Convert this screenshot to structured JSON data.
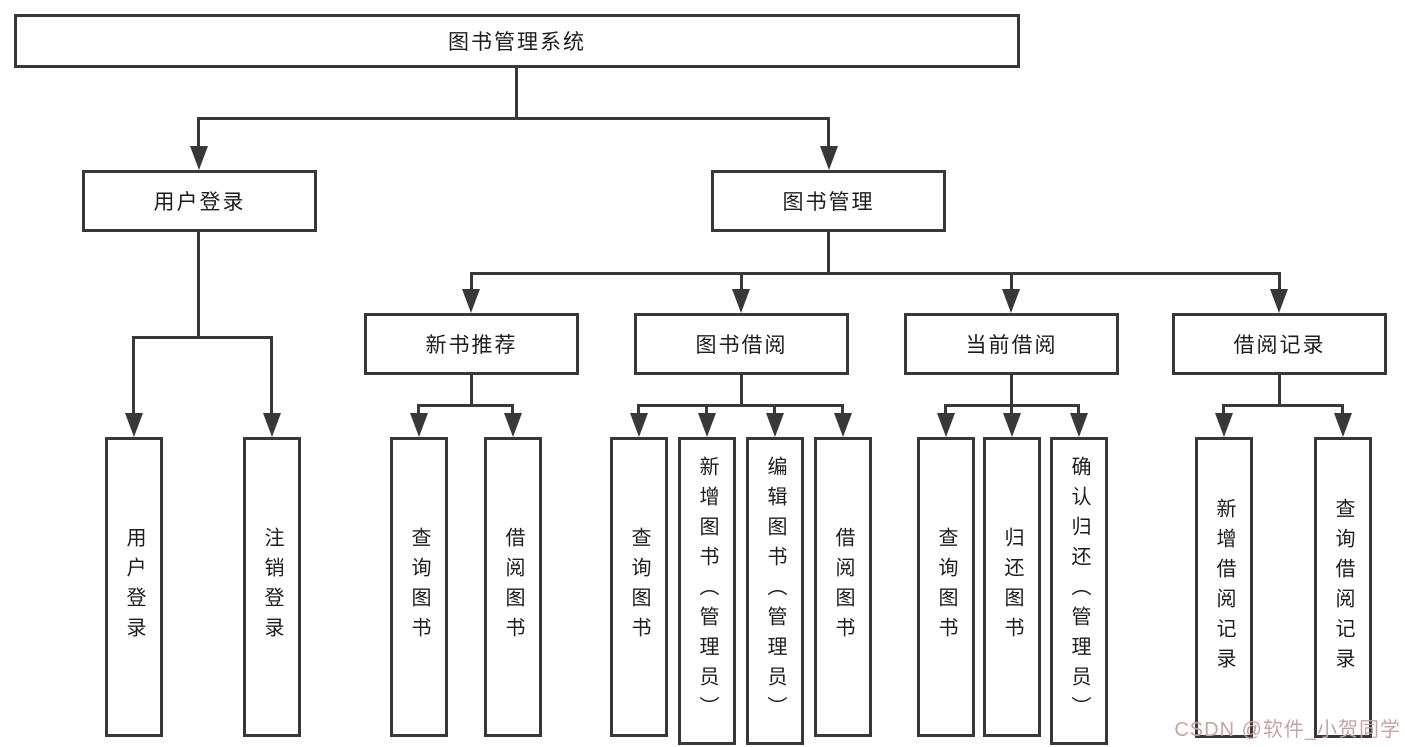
{
  "diagram_title": "图书管理系统",
  "hierarchy": {
    "label": "图书管理系统",
    "children": [
      {
        "label": "用户登录",
        "children": [
          {
            "label": "用户登录"
          },
          {
            "label": "注销登录"
          }
        ]
      },
      {
        "label": "图书管理",
        "children": [
          {
            "label": "新书推荐",
            "children": [
              {
                "label": "查询图书"
              },
              {
                "label": "借阅图书"
              }
            ]
          },
          {
            "label": "图书借阅",
            "children": [
              {
                "label": "查询图书"
              },
              {
                "label": "新增图书（管理员）"
              },
              {
                "label": "编辑图书（管理员）"
              },
              {
                "label": "借阅图书"
              }
            ]
          },
          {
            "label": "当前借阅",
            "children": [
              {
                "label": "查询图书"
              },
              {
                "label": "归还图书"
              },
              {
                "label": "确认归还（管理员）"
              }
            ]
          },
          {
            "label": "借阅记录",
            "children": [
              {
                "label": "新增借阅记录"
              },
              {
                "label": "查询借阅记录"
              }
            ]
          }
        ]
      }
    ]
  },
  "watermark": {
    "text": "CSDN @软件_小贺同学"
  },
  "colors": {
    "line": "#383838",
    "box_border": "#383838",
    "text": "#1d1d1d",
    "background": "#ffffff",
    "watermark": "#c9a3a3"
  }
}
